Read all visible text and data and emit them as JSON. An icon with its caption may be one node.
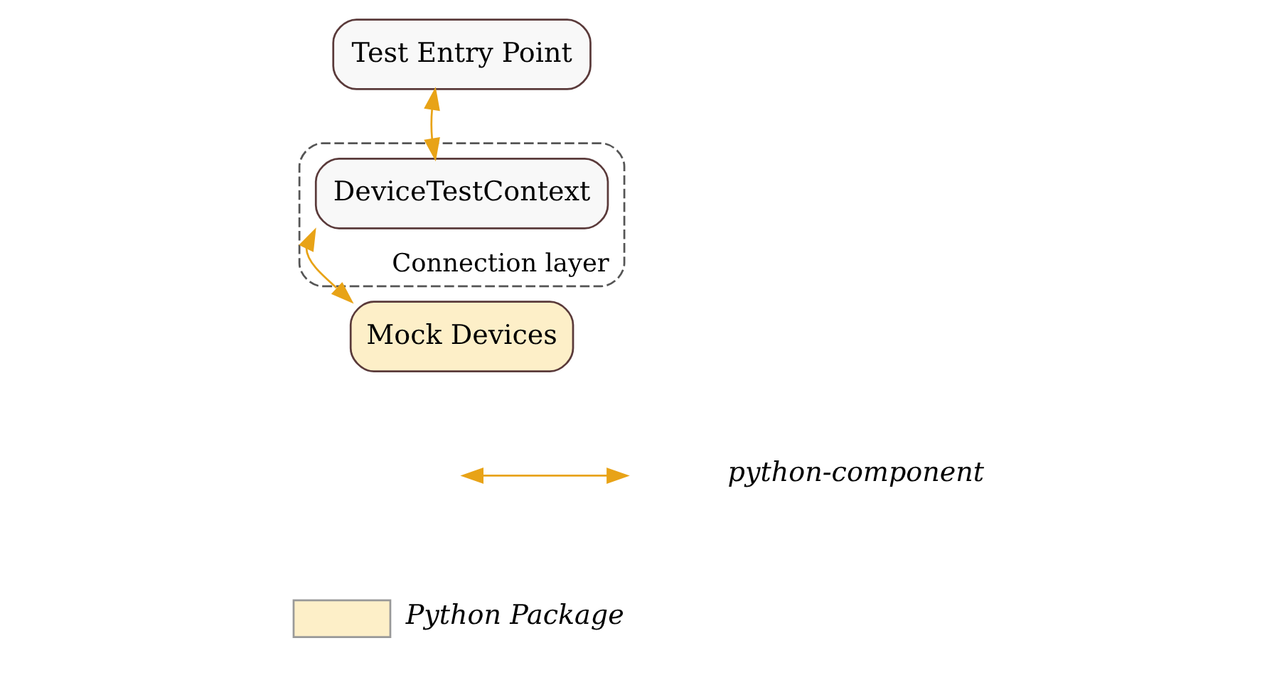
{
  "diagram": {
    "nodes": [
      {
        "text": [
          "Test Entry Point"
        ]
      },
      {
        "text": [
          "Connection layer"
        ]
      },
      {
        "text": [
          "DeviceTestContext"
        ],
        "in": 1
      },
      {
        "text": [
          "Mock Devices"
        ]
      }
    ],
    "edges": [
      {
        "from": 2,
        "to": 0,
        "arrow": "both"
      },
      {
        "from": 2,
        "to": 3,
        "arrow": "both"
      }
    ],
    "legend": [
      {
        "text": "python-component"
      },
      {
        "text": "Python Package",
        "color": "#fdefc8"
      }
    ]
  }
}
